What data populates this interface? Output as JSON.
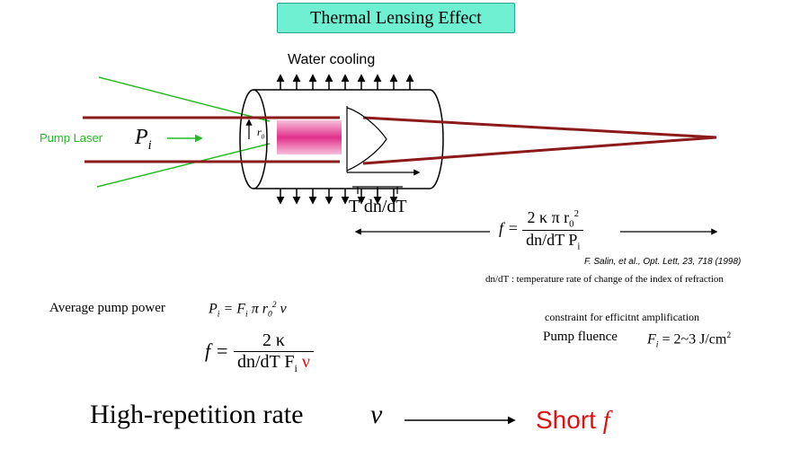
{
  "title": "Thermal Lensing Effect",
  "water_cooling_label": "Water cooling",
  "pump_laser_label": "Pump Laser",
  "pump_power_symbol": "P",
  "pump_power_sub": "i",
  "radius_symbol": "r",
  "radius_sub": "0",
  "tdndt_label": "T dn/dT",
  "focal_eq": {
    "lhs": "f =",
    "numerator": "2 κ π r",
    "num_sub": "0",
    "num_sup": "2",
    "denominator": "dn/dT P",
    "den_sub": "i"
  },
  "citation": "F. Salin, et al., Opt. Lett, 23, 718 (1998)",
  "dndt_note": "dn/dT : temperature rate of change of the index of refraction",
  "avg_pump_label": "Average pump power",
  "avg_pump_eq": "P",
  "avg_pump_eq_sub": "i",
  "avg_pump_eq_rest": "= F",
  "avg_pump_eq_rest_sub": "i",
  "avg_pump_eq_tail": "π r",
  "avg_pump_eq_tail_sub": "0",
  "avg_pump_eq_tail_sup": "2",
  "avg_pump_eq_nu": "ν",
  "focal_eq2": {
    "lhs": "f =",
    "numerator": "2 κ",
    "denominator": "dn/dT F",
    "den_sub": "i",
    "den_nu": "ν"
  },
  "constraint_label": "constraint for efficitnt amplification",
  "pump_fluence_label": "Pump fluence",
  "pump_fluence_eq": "F",
  "pump_fluence_sub": "i",
  "pump_fluence_val": "= 2~3 J/cm",
  "pump_fluence_sup": "2",
  "high_rep_label": "High-repetition rate",
  "nu_symbol": "ν",
  "short_label": "Short",
  "short_f": "f",
  "colors": {
    "title_bg": "#6ff0d2",
    "beam": "#8b1a1a",
    "pump_green": "#22bb22",
    "pump_gradient": "#e0308a",
    "short_red": "#e01010"
  }
}
